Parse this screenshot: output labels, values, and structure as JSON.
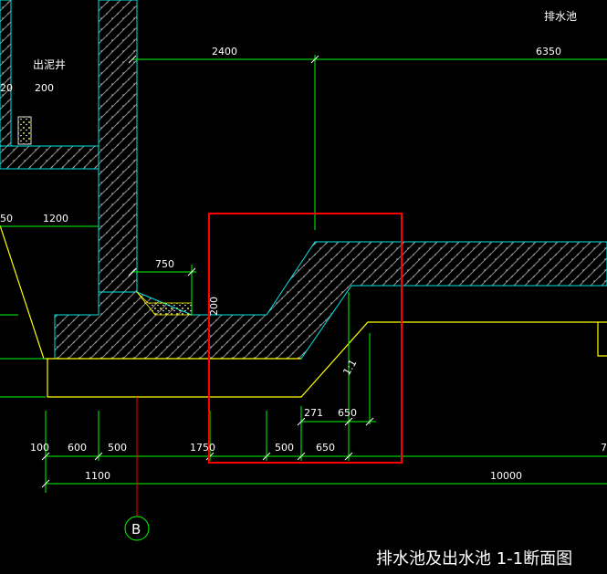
{
  "title": "排水池及出水池 1-1断面图",
  "labels": {
    "outlet_well": "出泥井",
    "drain_pool": "排水池",
    "grid_axis": "B",
    "slope": "1:1"
  },
  "dimensions": {
    "top_left": "2400",
    "top_right": "6350",
    "left_partial": "20",
    "well_200": "200",
    "left_50": "50",
    "d1200": "1200",
    "d750": "750",
    "d200_vertical": "200",
    "d271": "271",
    "d650_inner": "650",
    "bottom_row": [
      "100",
      "600",
      "500",
      "1750",
      "500",
      "650"
    ],
    "bottom_right_partial": "7",
    "d1100": "1100",
    "d10000": "10000"
  },
  "colors": {
    "background": "#000000",
    "concrete_outline": "#00e5e5",
    "dimension": "#00ff00",
    "slab_outline": "#ffff00",
    "axis_line": "#ff0000",
    "text": "#ffffff",
    "highlight_box": "#ff0000",
    "section_fill": "#7f7f7f"
  }
}
